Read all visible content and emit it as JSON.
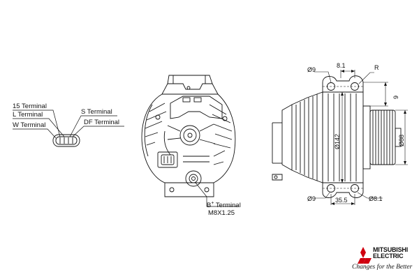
{
  "connector_labels": {
    "t15": "15 Terminal",
    "l": "L Terminal",
    "w": "W Terminal",
    "s": "S Terminal",
    "df": "DF Terminal"
  },
  "b_terminal": {
    "label": "B",
    "superscript": "+",
    "label_suffix": " Terminal",
    "thread": "M8X1.25"
  },
  "dimensions": {
    "hole_top": "Ø9",
    "offset_top": "8.1",
    "radius": "R",
    "height_9": "9",
    "diameter_body": "Ø142",
    "diameter_pulley": "Ø88",
    "hole_bottom": "Ø9",
    "length": "35.5",
    "hole_bottom_right": "Ø8.1"
  },
  "brand": {
    "line1": "MITSUBISHI",
    "line2": "ELECTRIC",
    "tagline": "Changes for the Better",
    "colors": {
      "logo": "#d00010",
      "ink": "#111111"
    }
  }
}
